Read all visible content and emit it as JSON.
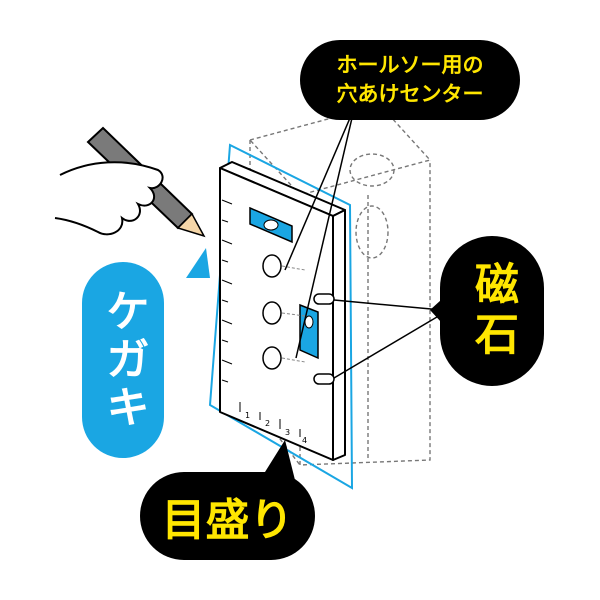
{
  "labels": {
    "hole_saw_center_line1": "ホールソー用の",
    "hole_saw_center_line2": "穴あけセンター",
    "magnet": "磁石",
    "scale": "目盛り",
    "marking": "ケガキ"
  },
  "ruler_ticks": [
    "1",
    "2",
    "3",
    "4"
  ],
  "colors": {
    "callout_bg": "#000000",
    "callout_text": "#ffe600",
    "accent_blue": "#1aa6e3",
    "level_blue": "#1aa6e3"
  },
  "icons": [
    "pencil-icon",
    "hand-icon"
  ]
}
